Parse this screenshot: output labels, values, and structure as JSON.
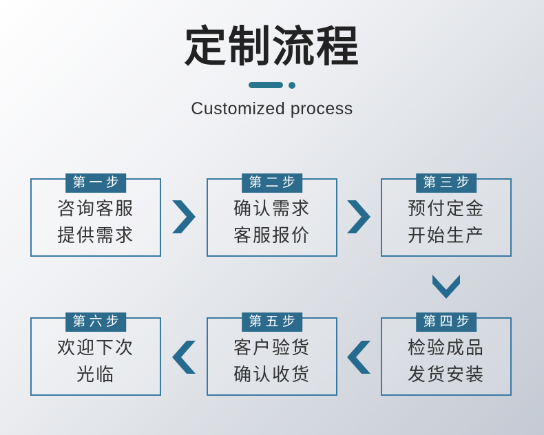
{
  "header": {
    "title": "定制流程",
    "subtitle": "Customized process"
  },
  "steps": [
    {
      "badge": "第 一 步",
      "line1": "咨询客服",
      "line2": "提供需求"
    },
    {
      "badge": "第 二 步",
      "line1": "确认需求",
      "line2": "客服报价"
    },
    {
      "badge": "第 三 步",
      "line1": "预付定金",
      "line2": "开始生产"
    },
    {
      "badge": "第 四 步",
      "line1": "检验成品",
      "line2": "发货安装"
    },
    {
      "badge": "第 五 步",
      "line1": "客户验货",
      "line2": "确认收货"
    },
    {
      "badge": "第 六 步",
      "line1": "欢迎下次",
      "line2": "光临"
    }
  ],
  "flow": {
    "sequence": [
      "step-1",
      "arrow-right",
      "step-2",
      "arrow-right",
      "step-3",
      "arrow-down",
      "step-4",
      "arrow-left",
      "step-5",
      "arrow-left",
      "step-6"
    ]
  },
  "colors": {
    "accent_badge": "#2c6b8c",
    "box_border": "#3b79a1",
    "arrow": "#256b90",
    "divider": "#27768d",
    "title_text": "#222222",
    "step_text": "#333333",
    "badge_text": "#ffffff",
    "background_top": "#ffffff",
    "background_bottom": "#c4cad4"
  }
}
